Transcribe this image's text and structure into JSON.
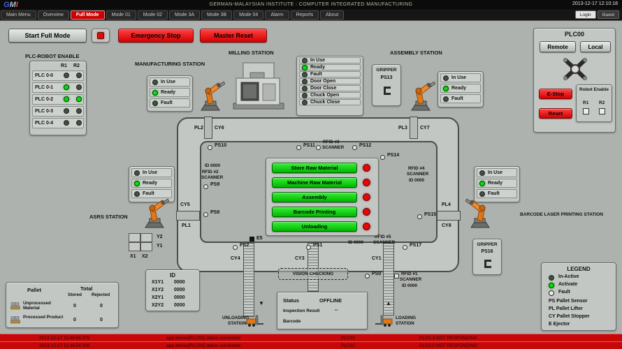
{
  "colors": {
    "alarm_red": "#c60808",
    "button_red": "#e00000",
    "lamp_on": "#00e408",
    "lamp_off": "#3f513f",
    "lamp_fault": "#ececec",
    "command_green": "#00cc22",
    "panel_gray": "#c3c7c3",
    "bg_gray": "#aeb2ae",
    "menu_active": "#cc0000"
  },
  "header": {
    "logo_g": "G",
    "logo_m": "M",
    "logo_i": "I",
    "title": "GERMAN-MALAYSIAN INSTITUTE : COMPUTER INTEGRATED MANUFACTURING",
    "datetime": "2013-12-17 12:10:18"
  },
  "menu": {
    "items": [
      {
        "label": "Main Menu"
      },
      {
        "label": "Overview"
      },
      {
        "label": "Full Mode"
      },
      {
        "label": "Mode 01"
      },
      {
        "label": "Mode 02"
      },
      {
        "label": "Mode 3A"
      },
      {
        "label": "Mode 3B"
      },
      {
        "label": "Mode 04"
      },
      {
        "label": "Alarm"
      },
      {
        "label": "Reports"
      },
      {
        "label": "About"
      }
    ],
    "login": "Login",
    "guest": "Guest"
  },
  "toolbar": {
    "start_full_mode": "Start Full Mode",
    "indicator_state": "alarm",
    "emergency_stop": "Emergency Stop",
    "master_reset": "Master Reset"
  },
  "plc00": {
    "title": "PLC00",
    "remote": "Remote",
    "local": "Local",
    "estop": "E-Stop",
    "robot_enable": "Robot Enable",
    "r1": "R1",
    "r2": "R2",
    "reset": "Reset"
  },
  "plc_robot_enable": {
    "title": "PLC-ROBOT ENABLE",
    "r1": "R1",
    "r2": "R2",
    "rows": [
      {
        "label": "PLC 0-0",
        "r1": "off",
        "r2": "off"
      },
      {
        "label": "PLC 0-1",
        "r1": "on",
        "r2": "off"
      },
      {
        "label": "PLC 0-2",
        "r1": "on",
        "r2": "on"
      },
      {
        "label": "PLC 0-3",
        "r1": "off",
        "r2": "off"
      },
      {
        "label": "PLC 0-4",
        "r1": "off",
        "r2": "off"
      }
    ]
  },
  "stations": {
    "manufacturing": {
      "label": "MANUFACTURING STATION",
      "lamps": [
        {
          "label": "In Use",
          "state": "off"
        },
        {
          "label": "Ready",
          "state": "on"
        },
        {
          "label": "Fault",
          "state": "off"
        }
      ]
    },
    "milling": {
      "label": "MILLING STATION",
      "lamps": [
        {
          "label": "In Use",
          "state": "off"
        },
        {
          "label": "Ready",
          "state": "on"
        },
        {
          "label": "Fault",
          "state": "off"
        },
        {
          "label": "Door Open",
          "state": "off"
        },
        {
          "label": "Door Close",
          "state": "off"
        },
        {
          "label": "Chuck Open",
          "state": "off"
        },
        {
          "label": "Chuck Close",
          "state": "off"
        }
      ]
    },
    "assembly": {
      "label": "ASSEMBLY STATION",
      "lamps": [
        {
          "label": "In Use",
          "state": "off"
        },
        {
          "label": "Ready",
          "state": "on"
        },
        {
          "label": "Fault",
          "state": "off"
        }
      ]
    },
    "asrs": {
      "label": "ASRS STATION",
      "lamps": [
        {
          "label": "In Use",
          "state": "off"
        },
        {
          "label": "Ready",
          "state": "on"
        },
        {
          "label": "Fault",
          "state": "off"
        }
      ]
    },
    "barcode": {
      "label": "BARCODE LASER PRINTING STATION",
      "lamps": [
        {
          "label": "In Use",
          "state": "off"
        },
        {
          "label": "Ready",
          "state": "on"
        },
        {
          "label": "Fault",
          "state": "off"
        }
      ]
    },
    "unloading": {
      "line1": "UNLOADING",
      "line2": "STATION"
    },
    "loading": {
      "line1": "LOADING",
      "line2": "STATION"
    }
  },
  "grippers": {
    "g1": {
      "title": "GRIPPER",
      "ps": "PS13"
    },
    "g2": {
      "title": "GRIPPER",
      "ps": "PS16"
    }
  },
  "commands": {
    "items": [
      {
        "label": "Store Raw Material",
        "state": "alarm"
      },
      {
        "label": "Machine Raw Material",
        "state": "alarm"
      },
      {
        "label": "Assembly",
        "state": "alarm"
      },
      {
        "label": "Barcode Printing",
        "state": "alarm"
      },
      {
        "label": "Unloading",
        "state": "alarm"
      }
    ]
  },
  "loop": {
    "pl2": "PL2",
    "cy6": "CY6",
    "pl3": "PL3",
    "cy7": "CY7",
    "cy5": "CY5",
    "pl1": "PL1",
    "pl4": "PL4",
    "cy8": "CY8",
    "cy4": "CY4",
    "cy3": "CY3",
    "cy1": "CY1",
    "ps10": "PS10",
    "ps11": "PS11",
    "ps12": "PS12",
    "ps14": "PS14",
    "ps9": "PS9",
    "ps8": "PS8",
    "ps15": "PS15",
    "ps2": "PS2",
    "ps1": "PS1",
    "ps17": "PS17",
    "ps0": "PS0",
    "e5": "E5",
    "rfid3": {
      "l1": "RFID #3",
      "l2": "SCANNER"
    },
    "rfid2": {
      "id": "ID 0000",
      "l1": "RFID #2",
      "l2": "SCANNER"
    },
    "rfid4": {
      "l1": "RFID #4",
      "l2": "SCANNER",
      "id": "ID 0000"
    },
    "rfid5": {
      "id": "ID 0000",
      "l1": "RFID #5",
      "l2": "SCANNER"
    },
    "rfid1": {
      "l1": "RFID #1",
      "l2": "SCANNER",
      "id": "ID 0000"
    },
    "vision": "VISION CHECKING"
  },
  "xy": {
    "y2": "Y2",
    "y1": "Y1",
    "x1": "X1",
    "x2": "X2"
  },
  "id_panel": {
    "title": "ID",
    "rows": [
      {
        "label": "X1Y1",
        "value": "0000"
      },
      {
        "label": "X1Y2",
        "value": "0000"
      },
      {
        "label": "X2Y1",
        "value": "0000"
      },
      {
        "label": "X2Y2",
        "value": "0000"
      }
    ]
  },
  "pallet_table": {
    "col_pallet": "Pallet",
    "col_total": "Total",
    "col_stored": "Stored",
    "col_rejected": "Rejected",
    "rows": [
      {
        "label": "Unprocessed Material",
        "stored": "0",
        "rejected": "0"
      },
      {
        "label": "Processed Product",
        "stored": "0",
        "rejected": "0"
      }
    ]
  },
  "status_panel": {
    "status_label": "Status",
    "status_value": "OFFLINE",
    "inspection_label": "Inspection Result",
    "inspection_value": "--",
    "barcode_label": "Barcode",
    "barcode_value": ""
  },
  "legend": {
    "title": "LEGEND",
    "lamps": [
      {
        "label": "In-Active",
        "state": "off"
      },
      {
        "label": "Activate",
        "state": "on"
      },
      {
        "label": "Fault",
        "state": "fault"
      }
    ],
    "notes": [
      "PS Pallet Sensor",
      "PL Pallet Lifter",
      "CY Pallet Stopper",
      "E Ejector"
    ]
  },
  "alarms": [
    {
      "time": "2013-12-17 11:46:58.375",
      "message": "app device[PLC03] status connected",
      "device": "PLC03",
      "error": "PLC0-3 NOT RESPONDING"
    },
    {
      "time": "2013-12-17 11:46:54.398",
      "message": "app device[PLC02] status connected",
      "device": "PLC02",
      "error": "PLC0-2 NOT RESPONDING"
    }
  ]
}
